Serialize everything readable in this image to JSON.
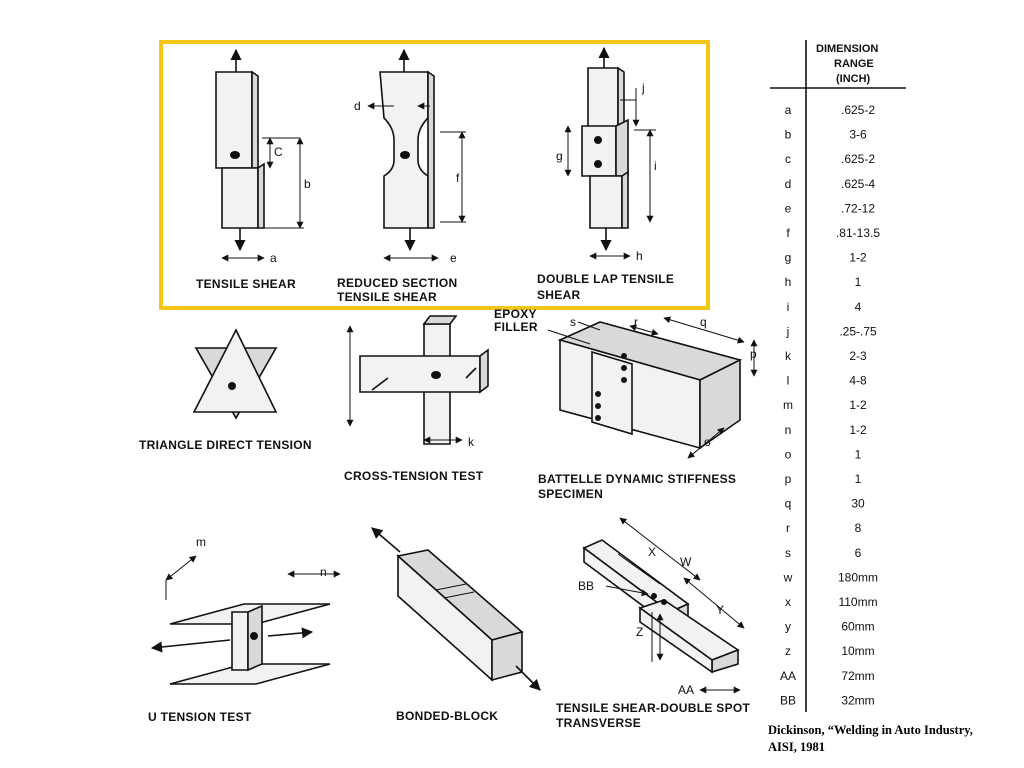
{
  "highlight_color": "#f5c518",
  "specimens": {
    "tensile_shear": {
      "line1": "TENSILE SHEAR",
      "dims": [
        "C",
        "b",
        "a"
      ]
    },
    "reduced_section": {
      "line1": "REDUCED SECTION",
      "line2": "TENSILE SHEAR",
      "dims": [
        "d",
        "f",
        "e"
      ]
    },
    "double_lap": {
      "line1": "DOUBLE LAP TENSILE",
      "line2": "SHEAR",
      "dims": [
        "j",
        "g",
        "i",
        "h"
      ]
    },
    "triangle": {
      "line1": "TRIANGLE DIRECT TENSION"
    },
    "cross_tension": {
      "line1": "CROSS-TENSION TEST",
      "dims": [
        "k"
      ]
    },
    "battelle": {
      "line1": "BATTELLE DYNAMIC STIFFNESS",
      "line2": "SPECIMEN",
      "epoxy1": "EPOXY",
      "epoxy2": "FILLER",
      "dims": [
        "s",
        "r",
        "q",
        "p",
        "o"
      ]
    },
    "u_tension": {
      "line1": "U TENSION TEST",
      "dims": [
        "m",
        "n"
      ]
    },
    "bonded_block": {
      "line1": "BONDED-BLOCK"
    },
    "double_spot": {
      "line1": "TENSILE SHEAR-DOUBLE SPOT",
      "line2": "TRANSVERSE",
      "dims": [
        "X",
        "W",
        "BB",
        "Y",
        "Z",
        "AA"
      ]
    }
  },
  "dimension_table": {
    "header": [
      "DIMENSION",
      "RANGE",
      "(INCH)"
    ],
    "rows": [
      {
        "letter": "a",
        "value": ".625-2"
      },
      {
        "letter": "b",
        "value": "3-6"
      },
      {
        "letter": "c",
        "value": ".625-2"
      },
      {
        "letter": "d",
        "value": ".625-4"
      },
      {
        "letter": "e",
        "value": ".72-12"
      },
      {
        "letter": "f",
        "value": ".81-13.5"
      },
      {
        "letter": "g",
        "value": "1-2"
      },
      {
        "letter": "h",
        "value": "1"
      },
      {
        "letter": "i",
        "value": "4"
      },
      {
        "letter": "j",
        "value": ".25-.75"
      },
      {
        "letter": "k",
        "value": "2-3"
      },
      {
        "letter": "l",
        "value": "4-8"
      },
      {
        "letter": "m",
        "value": "1-2"
      },
      {
        "letter": "n",
        "value": "1-2"
      },
      {
        "letter": "o",
        "value": "1"
      },
      {
        "letter": "p",
        "value": "1"
      },
      {
        "letter": "q",
        "value": "30"
      },
      {
        "letter": "r",
        "value": "8"
      },
      {
        "letter": "s",
        "value": "6"
      },
      {
        "letter": "w",
        "value": "180mm"
      },
      {
        "letter": "x",
        "value": "110mm"
      },
      {
        "letter": "y",
        "value": "60mm"
      },
      {
        "letter": "z",
        "value": "10mm"
      },
      {
        "letter": "AA",
        "value": "72mm"
      },
      {
        "letter": "BB",
        "value": "32mm"
      }
    ]
  },
  "citation": {
    "line1": "Dickinson, “Welding in Auto Industry,",
    "line2": "AISI, 1981"
  }
}
